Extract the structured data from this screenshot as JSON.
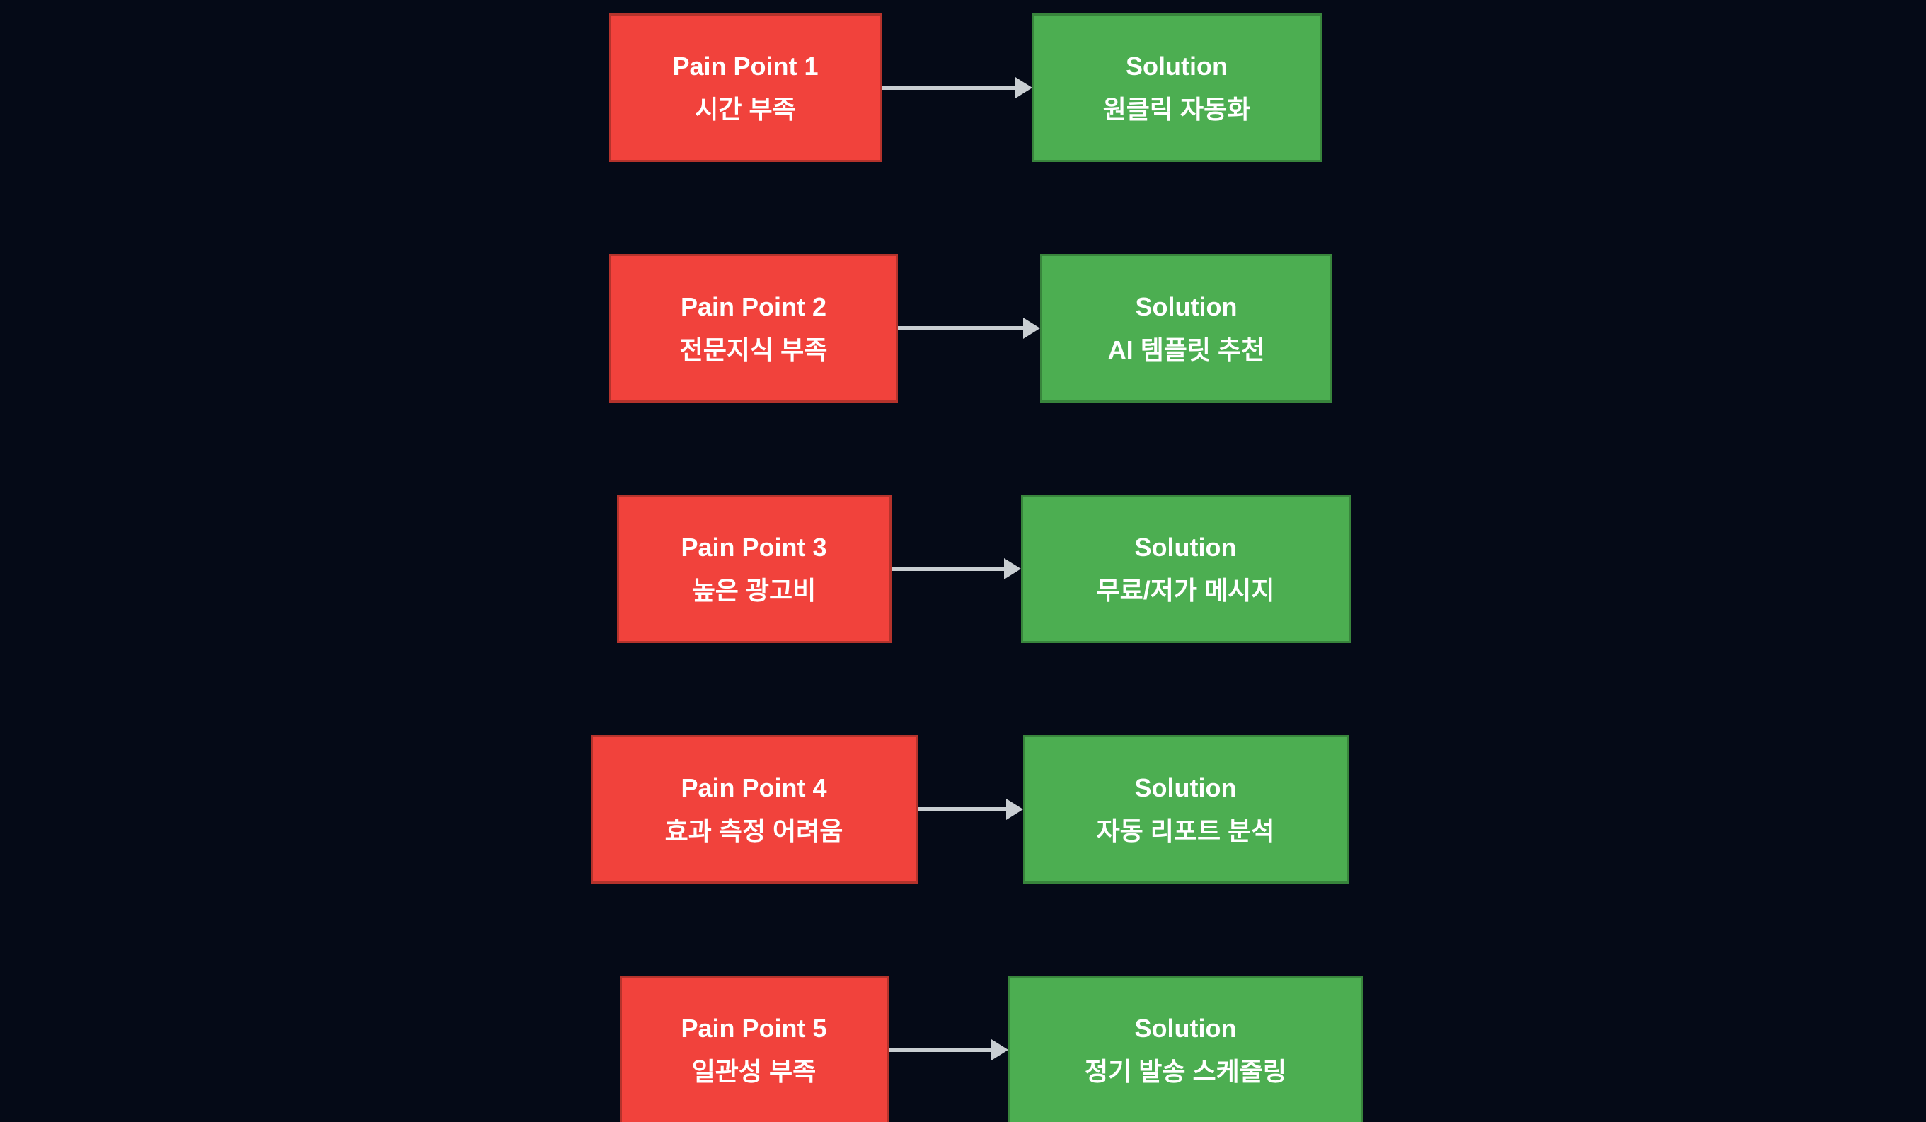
{
  "diagram": {
    "colors": {
      "background": "#050a17",
      "arrow": "#c9ced2",
      "pain_fill": "#f1423c",
      "pain_border": "#b5332c",
      "solution_fill": "#4cae51",
      "solution_border": "#38853c",
      "text": "#ffffff"
    },
    "rows": [
      {
        "pain_title": "Pain Point 1",
        "pain_text": "시간 부족",
        "solution_title": "Solution",
        "solution_text": "원클릭 자동화"
      },
      {
        "pain_title": "Pain Point 2",
        "pain_text": "전문지식 부족",
        "solution_title": "Solution",
        "solution_text": "AI 템플릿 추천"
      },
      {
        "pain_title": "Pain Point 3",
        "pain_text": "높은 광고비",
        "solution_title": "Solution",
        "solution_text": "무료/저가 메시지"
      },
      {
        "pain_title": "Pain Point 4",
        "pain_text": "효과 측정 어려움",
        "solution_title": "Solution",
        "solution_text": "자동 리포트 분석"
      },
      {
        "pain_title": "Pain Point 5",
        "pain_text": "일관성 부족",
        "solution_title": "Solution",
        "solution_text": "정기 발송 스케줄링"
      }
    ]
  }
}
